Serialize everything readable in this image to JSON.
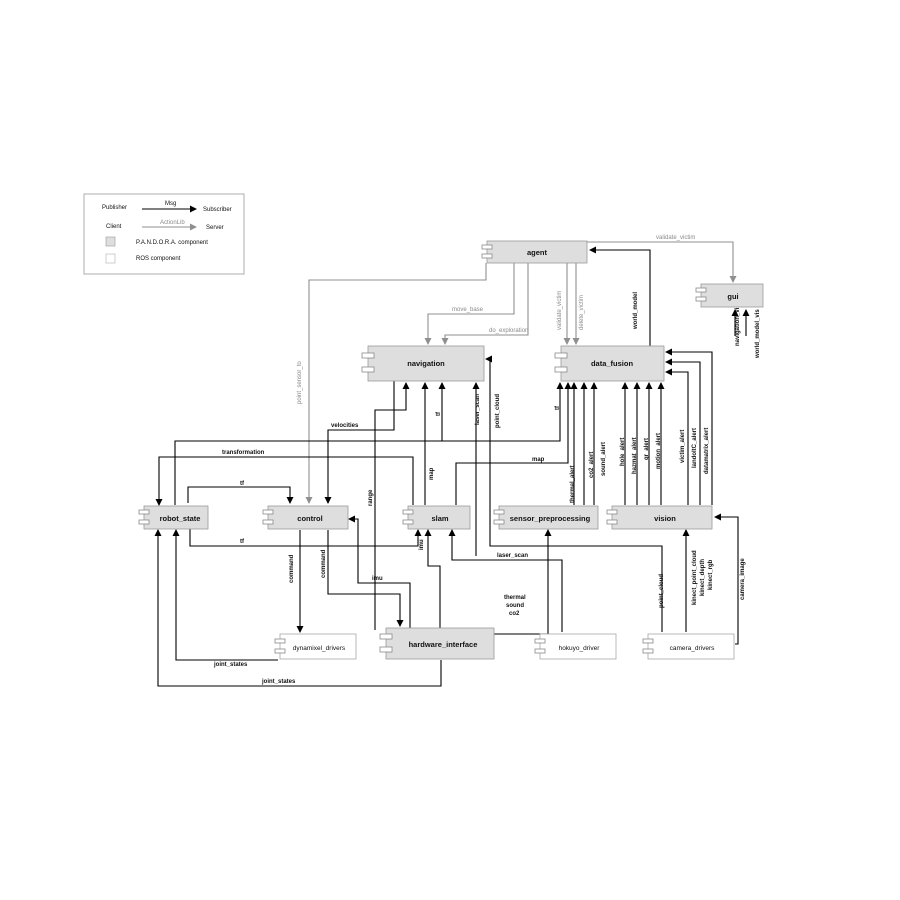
{
  "legend": {
    "publisher": "Publisher",
    "msg": "Msg",
    "subscriber": "Subscriber",
    "client": "Client",
    "actionlib": "ActionLib",
    "server": "Server",
    "pandora_component": "P.A.N.D.O.R.A. component",
    "ros_component": "ROS component",
    "colors": {
      "pandora_fill": "#dedede",
      "ros_fill": "#ffffff",
      "msg_arrow": "#000000",
      "action_arrow": "#8f8f8f"
    }
  },
  "components": {
    "agent": "agent",
    "gui": "gui",
    "navigation": "navigation",
    "data_fusion": "data_fusion",
    "robot_state": "robot_state",
    "control": "control",
    "slam": "slam",
    "sensor_preprocessing": "sensor_preprocessing",
    "vision": "vision",
    "dynamixel_drivers": "dynamixel_drivers",
    "hardware_interface": "hardware_interface",
    "hokuyo_driver": "hokuyo_driver",
    "camera_drivers": "camera_drivers"
  },
  "labels": {
    "validate_victim_top": "validate_victim",
    "move_base": "move_base",
    "do_exploration": "do_exploration",
    "validate_victim": "validate_victim",
    "delete_victim": "delete_victim",
    "world_model": "world_model",
    "navigation_vis": "navigation_vis",
    "world_model_vis": "world_model_vis",
    "point_sensor_to": "point_sensor_to",
    "velocities": "velocities",
    "tf_nav": "tf",
    "laser_scan_nav": "laser_scan",
    "point_cloud_nav": "point_cloud",
    "tf_df": "tf",
    "map_slam": "map",
    "range": "range",
    "transformation": "transformation",
    "map_df": "map",
    "thermal_alert": "thermal_alert",
    "co2_alert": "co2_alert",
    "sound_alert": "sound_alert",
    "hole_alert": "hole_alert",
    "hazmat_alert": "hazmat_alert",
    "qr_alert": "qr_alert",
    "motion_alert": "motion_alert",
    "victim_alert": "victim_alert",
    "landoltc_alert": "landoltC_alert",
    "datamatrix_alert": "datamatrix_alert",
    "tf_rs_control": "tf",
    "tf_rs_slam": "tf",
    "command_1": "command",
    "command_2": "command",
    "imu_slam": "imu",
    "imu_label": "imu",
    "laser_scan_hokuyo": "laser_scan",
    "thermal": "thermal",
    "sound": "sound",
    "co2": "co2",
    "point_cloud_cam": "point_cloud",
    "kinect_point_cloud": "kinect_point_cloud",
    "kinect_depth": "kinect_depth",
    "kinect_rgb": "kinect_rgb",
    "camera_image": "camera_image",
    "joint_states_1": "joint_states",
    "joint_states_2": "joint_states"
  }
}
